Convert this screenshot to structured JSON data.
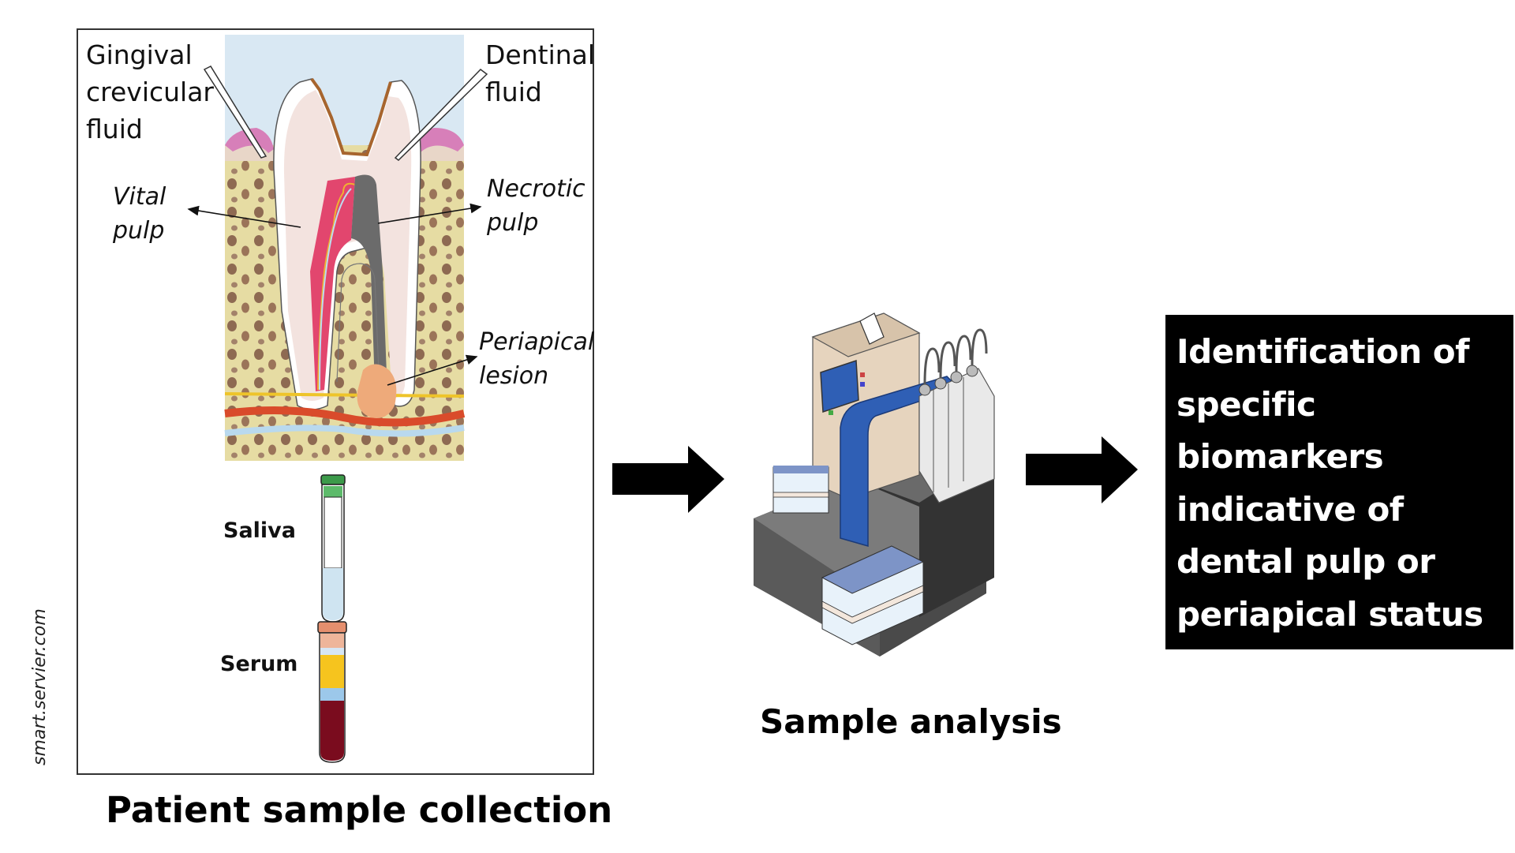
{
  "figure": {
    "panel_labels": {
      "gingival_crevicular_fluid": "Gingival\ncrevicular\nfluid",
      "dentinal_fluid": "Dentinal\nfluid",
      "vital_pulp": "Vital\npulp",
      "necrotic_pulp": "Necrotic\npulp",
      "periapical_lesion": "Periapical\nlesion",
      "saliva": "Saliva",
      "serum": "Serum"
    },
    "watermark": "smart.servier.com",
    "captions": {
      "collection": "Patient sample collection",
      "analysis": "Sample analysis"
    },
    "result_box": {
      "lines": [
        "Identification of",
        "specific",
        "biomarkers",
        "indicative of",
        "dental pulp or",
        "periapical status"
      ]
    },
    "colors": {
      "background": "#ffffff",
      "result_box": "#000000",
      "result_text": "#ffffff",
      "arrow": "#000000",
      "analyzer_blue": "#2f5fb5",
      "serum_yellow": "#f6c41e",
      "blood_red": "#7a0c1e",
      "saliva_cap_green": "#3c9a4a",
      "gum_pink": "#d77fb9",
      "bone": "#e6dca3",
      "necrotic_gray": "#6b6b6b",
      "lesion_peach": "#eeaa7a"
    },
    "arrows": [
      {
        "from": "collection",
        "to": "analysis"
      },
      {
        "from": "analysis",
        "to": "result"
      }
    ]
  }
}
